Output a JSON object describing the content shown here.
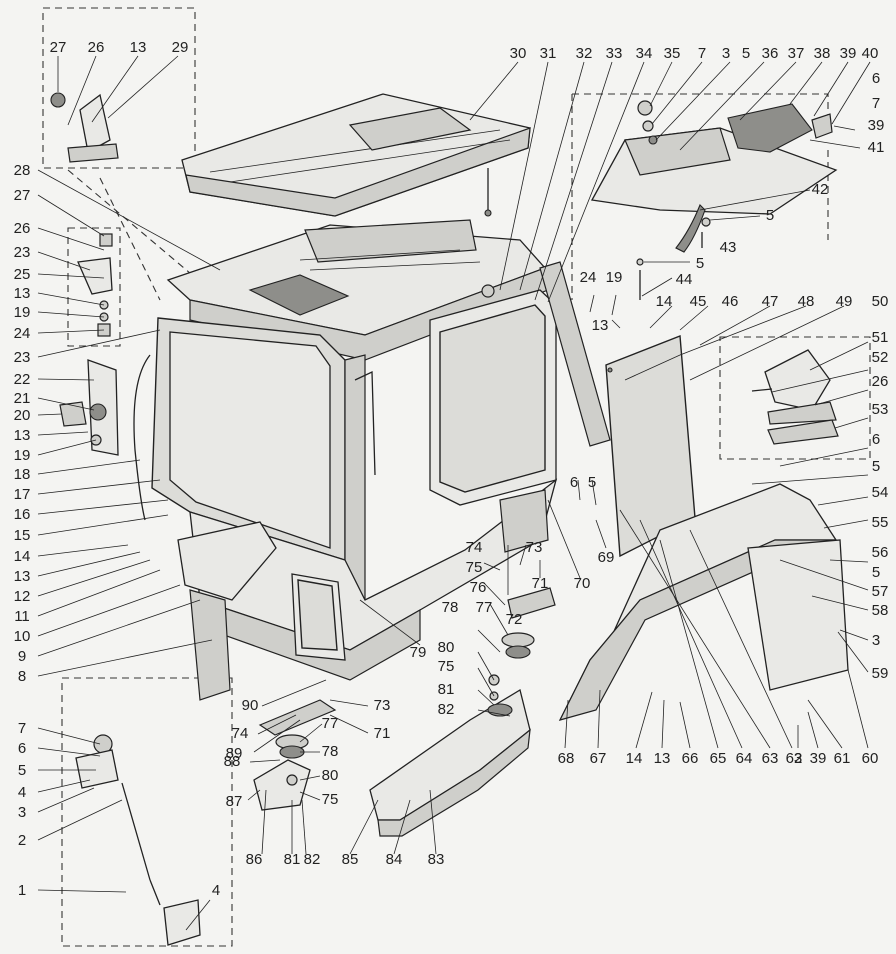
{
  "diagram": {
    "callouts": [
      "27",
      "26",
      "13",
      "29",
      "28",
      "27",
      "26",
      "23",
      "25",
      "13",
      "19",
      "24",
      "23",
      "22",
      "21",
      "20",
      "13",
      "19",
      "18",
      "17",
      "16",
      "15",
      "14",
      "13",
      "12",
      "11",
      "10",
      "9",
      "8",
      "7",
      "6",
      "5",
      "4",
      "3",
      "1",
      "2",
      "1",
      "4",
      "30",
      "31",
      "32",
      "33",
      "34",
      "35",
      "7",
      "3",
      "5",
      "36",
      "37",
      "38",
      "39",
      "40",
      "6",
      "7",
      "39",
      "41",
      "42",
      "5",
      "43",
      "5",
      "44",
      "24",
      "19",
      "14",
      "45",
      "46",
      "47",
      "48",
      "49",
      "50",
      "13",
      "51",
      "52",
      "26",
      "53",
      "6",
      "5",
      "54",
      "55",
      "56",
      "5",
      "57",
      "58",
      "3",
      "59",
      "60",
      "61",
      "39",
      "3",
      "68",
      "67",
      "14",
      "13",
      "66",
      "65",
      "64",
      "63",
      "62",
      "6",
      "5",
      "69",
      "70",
      "71",
      "72",
      "73",
      "74",
      "75",
      "76",
      "77",
      "78",
      "79",
      "80",
      "75",
      "81",
      "82",
      "73",
      "71",
      "90",
      "74",
      "89",
      "77",
      "78",
      "88",
      "80",
      "87",
      "75",
      "86",
      "81",
      "82",
      "85",
      "84",
      "83"
    ]
  }
}
